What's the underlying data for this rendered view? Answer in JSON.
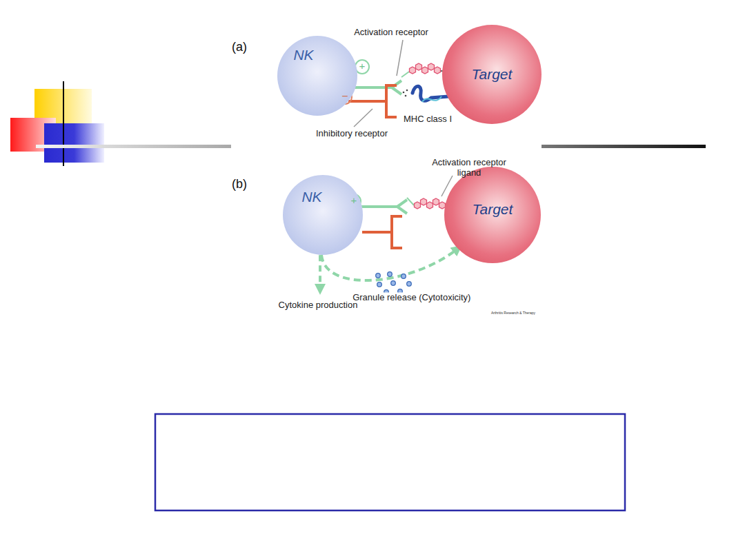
{
  "diagram": {
    "nodes": [
      {
        "text": [
          "NK"
        ]
      },
      {
        "text": [
          "Target"
        ]
      },
      {
        "text": [
          "NK"
        ]
      },
      {
        "text": [
          "Target"
        ]
      }
    ],
    "edges": [
      {
        "from": 2,
        "to": 3,
        "arrow": "to",
        "label": "Granule release (Cytotoxicity)"
      }
    ],
    "labels": [
      "(a)",
      "Activation receptor",
      "Inhibitory receptor",
      "MHC class I",
      "+",
      "−",
      "(b)",
      "Activation receptor ligand",
      "+",
      "Cytokine production",
      "Arthritis Research & Therapy"
    ]
  }
}
